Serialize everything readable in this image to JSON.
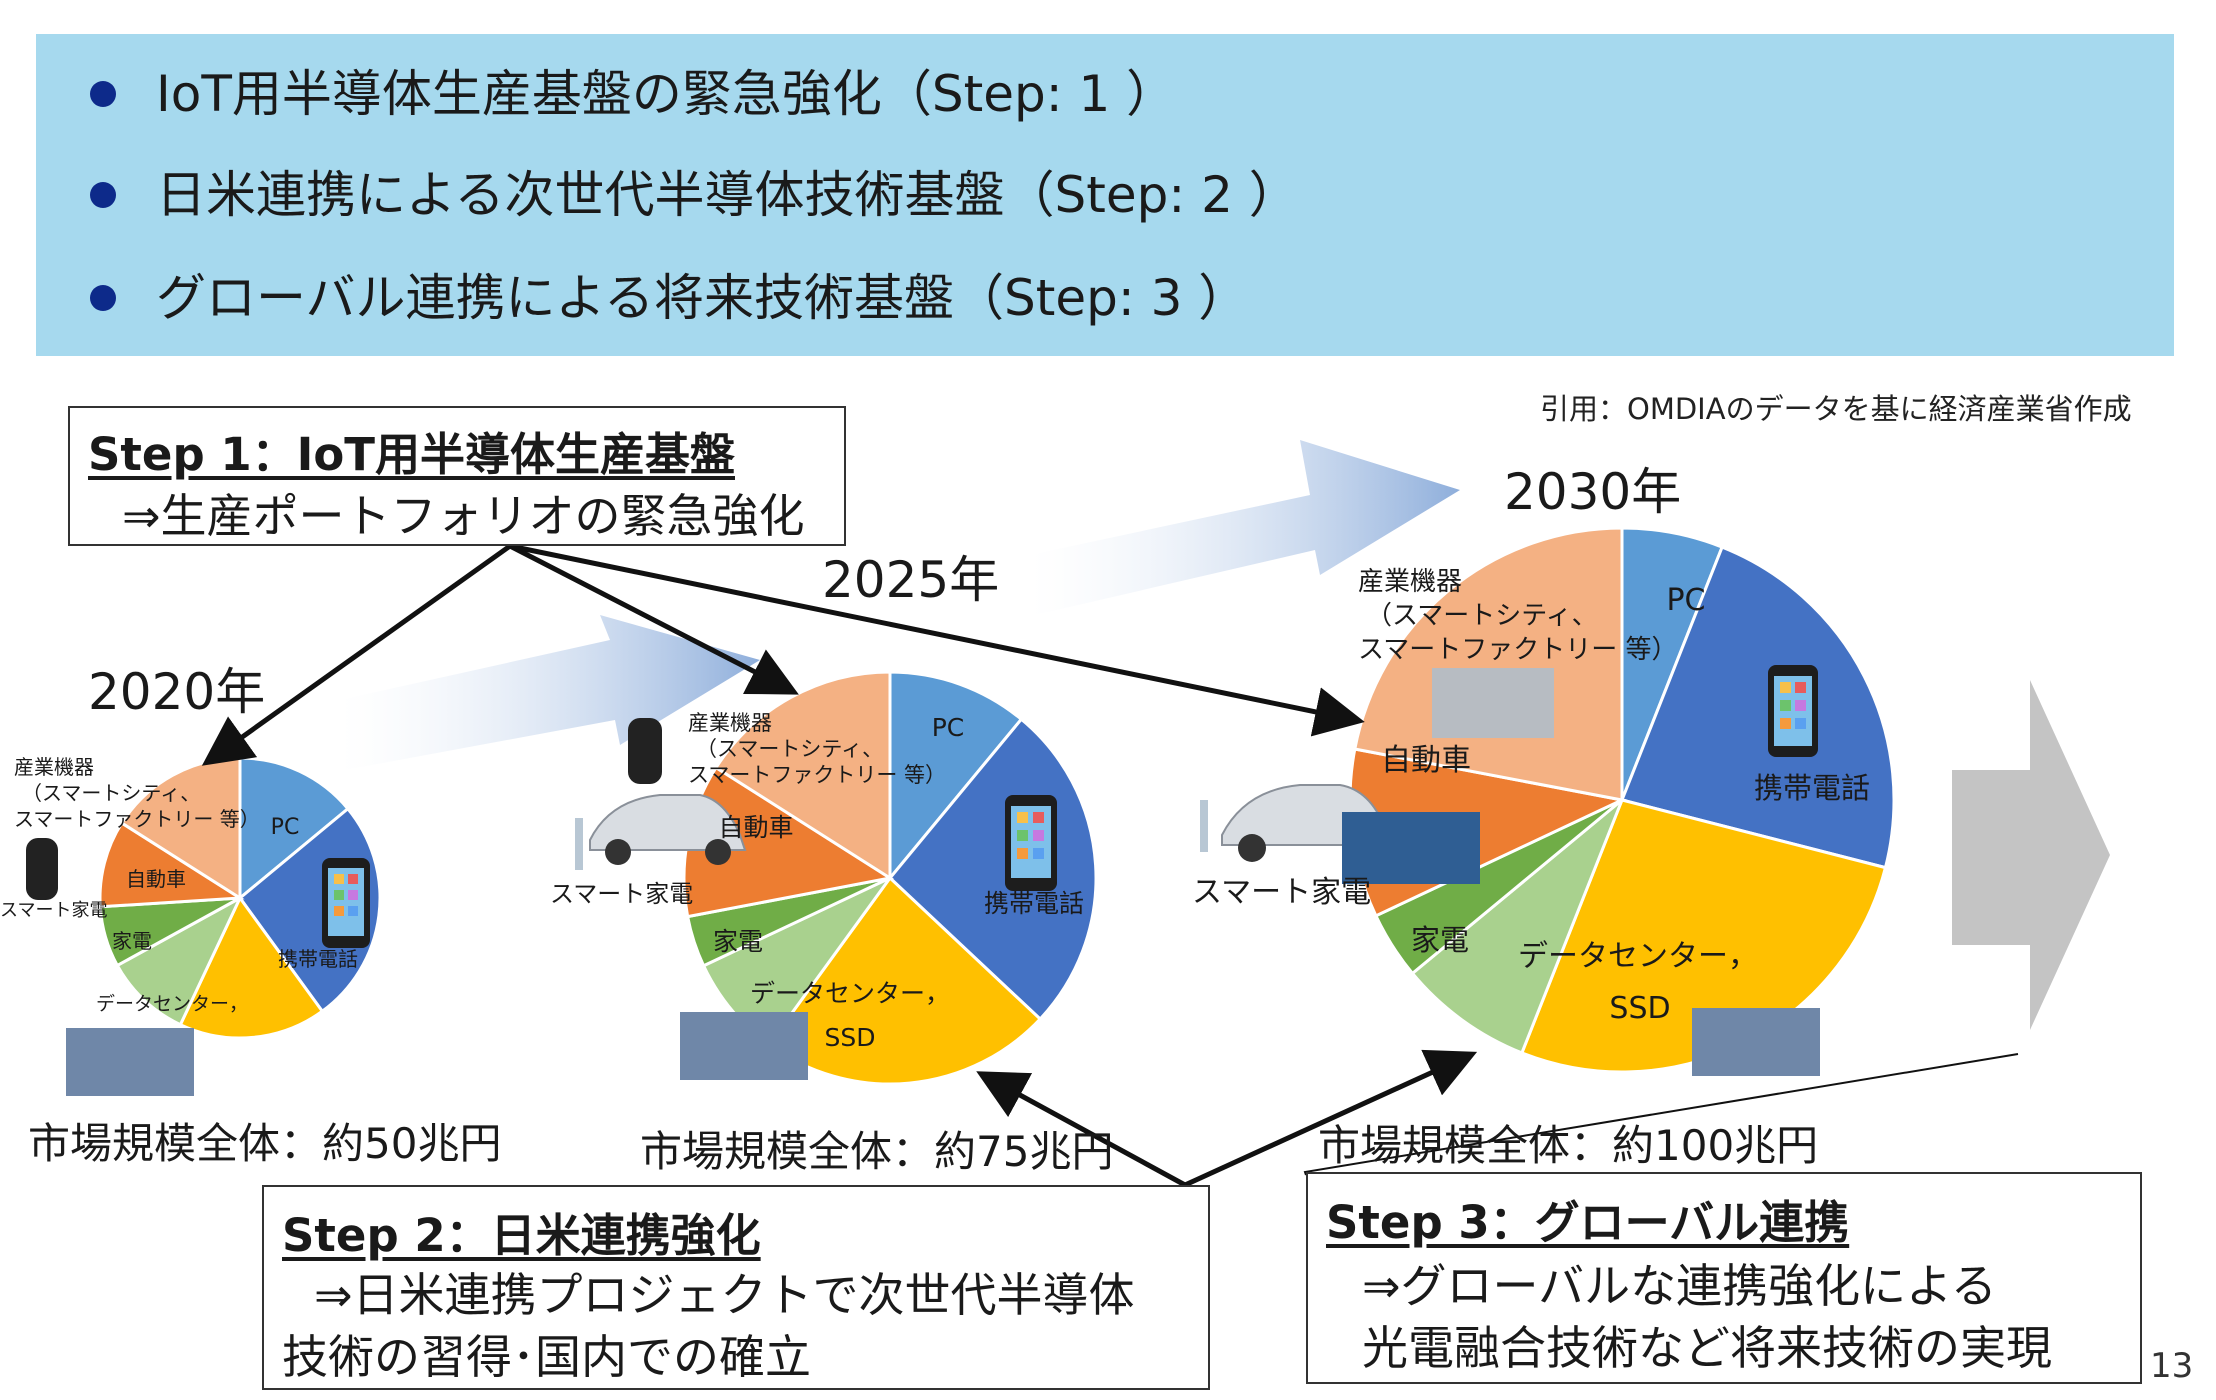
{
  "banner": {
    "bullets": [
      "IoT用半導体生産基盤の緊急強化（Step: 1 ）",
      "日米連携による次世代半導体技術基盤（Step: 2 ）",
      "グローバル連携による将来技術基盤（Step: 3 ）"
    ]
  },
  "citation": "引用：OMDIAのデータを基に経済産業省作成",
  "years": {
    "y2020": "2020年",
    "y2025": "2025年",
    "y2030": "2030年"
  },
  "markets": {
    "m2020": "市場規模全体：約50兆円",
    "m2025": "市場規模全体：約75兆円",
    "m2030": "市場規模全体：約100兆円"
  },
  "labels": {
    "pc": "PC",
    "phone": "携帯電話",
    "dc1": "データセンター，",
    "dc2": "SSD",
    "home": "家電",
    "smart_home": "スマート家電",
    "car": "自動車",
    "industrial1": "産業機器",
    "industrial2": "（スマートシティ、",
    "industrial3": "スマートファクトリー 等）"
  },
  "steps": {
    "step1": {
      "title": "Step 1：IoT用半導体生産基盤",
      "line1": "⇒生産ポートフォリオの緊急強化"
    },
    "step2": {
      "title": "Step 2：日米連携強化",
      "line1": "⇒日米連携プロジェクトで次世代半導体",
      "line2": "技術の習得･国内での確立"
    },
    "step3": {
      "title": "Step 3：グローバル連携",
      "line1": "⇒グローバルな連携強化による",
      "line2": "光電融合技術など将来技術の実現"
    }
  },
  "page_number": "13",
  "colors": {
    "banner": "#a6d9ee",
    "pc": "#5b9bd5",
    "phone": "#4472c4",
    "datacenter": "#ffc000",
    "home": "#a9d18e",
    "smart_home": "#70ad47",
    "car": "#ed7d31",
    "industrial": "#f4b183",
    "growth_arrow": "#9fbadd"
  },
  "chart_data": [
    {
      "type": "pie",
      "title": "2020年",
      "categories": [
        "PC",
        "携帯電話",
        "データセンター，",
        "家電",
        "スマート家電",
        "自動車",
        "産業機器"
      ],
      "values": [
        14,
        26,
        17,
        10,
        7,
        10,
        16
      ]
    },
    {
      "type": "pie",
      "title": "2025年",
      "categories": [
        "PC",
        "携帯電話",
        "データセンター，SSD",
        "家電",
        "スマート家電",
        "自動車",
        "産業機器"
      ],
      "values": [
        11,
        26,
        23,
        8,
        4,
        12,
        16
      ]
    },
    {
      "type": "pie",
      "title": "2030年",
      "categories": [
        "PC",
        "携帯電話",
        "データセンター，SSD",
        "家電",
        "スマート家電",
        "自動車",
        "産業機器"
      ],
      "values": [
        6,
        23,
        27,
        8,
        4,
        10,
        22
      ]
    }
  ]
}
